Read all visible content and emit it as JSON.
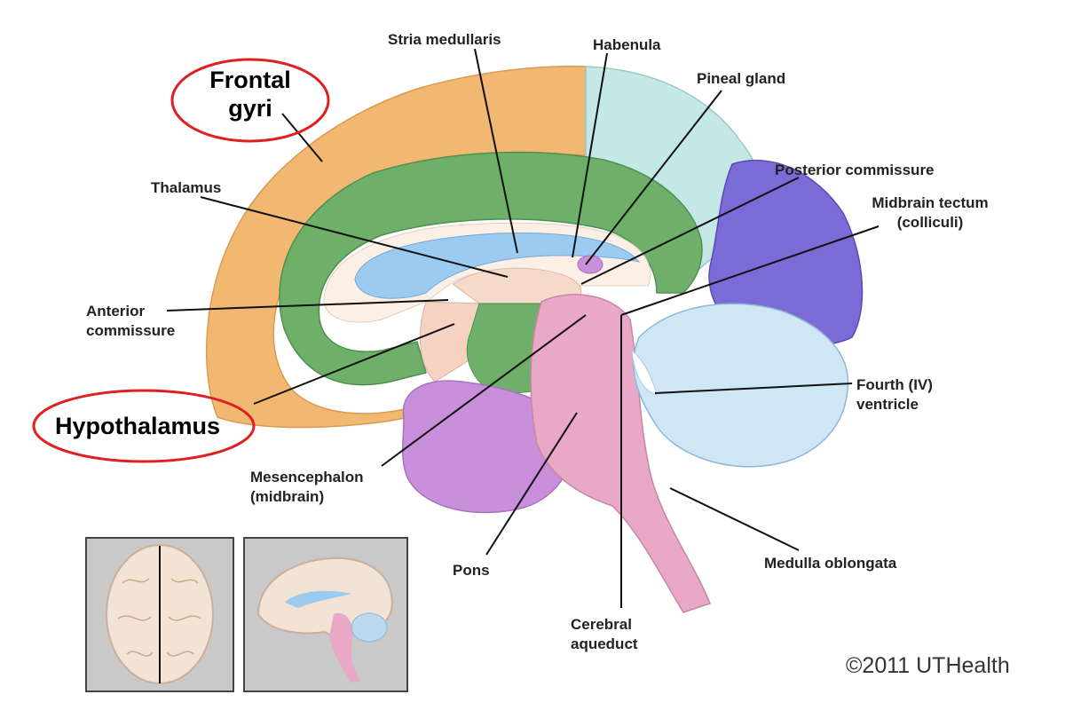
{
  "labels": {
    "stria_medullaris": "Stria medullaris",
    "habenula": "Habenula",
    "pineal_gland": "Pineal gland",
    "frontal_gyri_line1": "Frontal",
    "frontal_gyri_line2": "gyri",
    "posterior_commissure": "Posterior commissure",
    "thalamus": "Thalamus",
    "midbrain_tectum_line1": "Midbrain tectum",
    "midbrain_tectum_line2": "(colliculi)",
    "anterior_commissure_line1": "Anterior",
    "anterior_commissure_line2": "commissure",
    "fourth_ventricle_line1": "Fourth (IV)",
    "fourth_ventricle_line2": "ventricle",
    "hypothalamus": "Hypothalamus",
    "mesencephalon_line1": "Mesencephalon",
    "mesencephalon_line2": "(midbrain)",
    "pons": "Pons",
    "medulla_oblongata": "Medulla oblongata",
    "cerebral_aqueduct_line1": "Cerebral",
    "cerebral_aqueduct_line2": "aqueduct"
  },
  "copyright": "©2011 UTHealth",
  "colors": {
    "frontal": "#f2b872",
    "parietal": "#c4e8e6",
    "occipital": "#7b6bd6",
    "limbic": "#6eb06a",
    "ventricle": "#9ccbf2",
    "brainstem": "#e8a8c6",
    "cerebellum": "#cfe6f5",
    "temporal": "#c98fdb",
    "highlight_ellipse": "#e02020"
  }
}
